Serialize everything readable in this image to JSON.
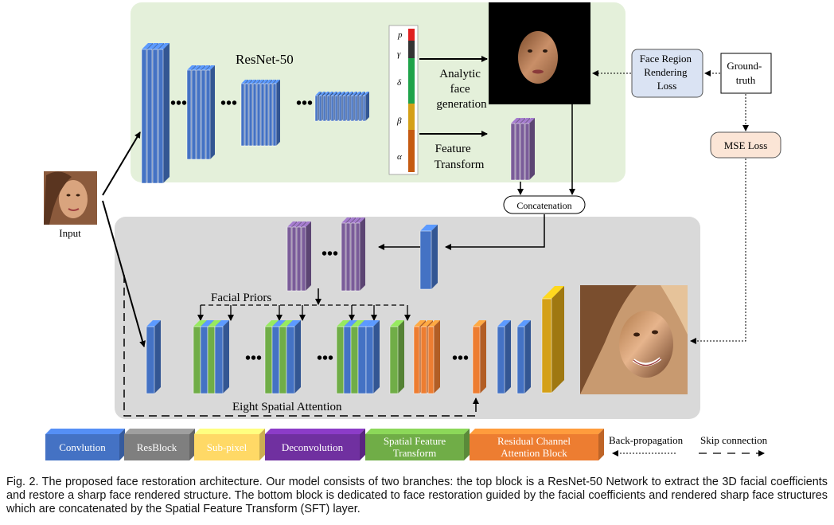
{
  "top_branch": {
    "title": "ResNet-50",
    "coef_labels": [
      "p",
      "γ",
      "δ",
      "β",
      "α"
    ],
    "analytic_label": [
      "Analytic",
      "face",
      "generation"
    ],
    "feature_label": [
      "Feature",
      "Transform"
    ],
    "concat_label": "Concatenation"
  },
  "side": {
    "input_label": "Input",
    "loss_face": [
      "Face Region",
      "Rendering",
      "Loss"
    ],
    "ground_truth": [
      "Ground-",
      "truth"
    ],
    "mse_loss": "MSE Loss"
  },
  "bottom_branch": {
    "facial_priors": "Facial Priors",
    "eight_attention": "Eight Spatial Attention"
  },
  "legend": {
    "items": [
      {
        "label": [
          "Convlution"
        ],
        "color": "#4472c4",
        "text_color": "#ffffff"
      },
      {
        "label": [
          "ResBlock"
        ],
        "color": "#7f7f7f",
        "text_color": "#ffffff"
      },
      {
        "label": [
          "Sub-pixel"
        ],
        "color": "#ffd966",
        "text_color": "#ffffff"
      },
      {
        "label": [
          "Deconvolution"
        ],
        "color": "#7030a0",
        "text_color": "#ffffff"
      },
      {
        "label": [
          "Spatial Feature",
          "Transform"
        ],
        "color": "#70ad47",
        "text_color": "#ffffff"
      },
      {
        "label": [
          "Residual Channel",
          "Attention Block"
        ],
        "color": "#ed7d31",
        "text_color": "#ffffff"
      }
    ],
    "back_prop": "Back-propagation",
    "skip_conn": "Skip connection"
  },
  "caption": "Fig. 2. The proposed face restoration architecture. Our model consists of two branches: the top block is a ResNet-50 Network to extract the 3D facial coefficients and restore a sharp face rendered structure. The bottom block is dedicated to face restoration guided by the facial coefficients and rendered sharp face structures which are concatenated by the Spatial Feature Transform (SFT) layer.",
  "colors": {
    "conv": "#4472c4",
    "deconv": "#7a5c99",
    "sft": "#70ad47",
    "rcab": "#ed7d31",
    "subpixel": "#d4a017",
    "top_bg": "#e4f0da",
    "bottom_bg": "#d9d9d9"
  }
}
